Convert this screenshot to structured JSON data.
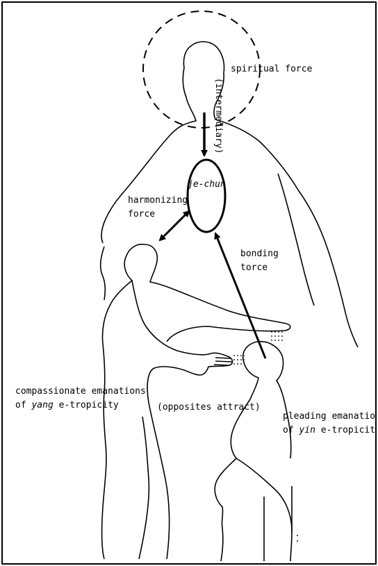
{
  "labels": {
    "spiritual_force": "spiritual force",
    "intermediary": "(intermediary)",
    "je_chun": "je-chun",
    "harmonizing": "harmonizing",
    "force": "force",
    "bonding": "bonding",
    "torce": "torce",
    "compassionate_line1": "compassionate emanations",
    "compassionate_of": "of ",
    "yang": "yang",
    "compassionate_tail": " e-tropicity",
    "opposites": "(opposites attract)",
    "pleading_line1": "pleading emanations",
    "pleading_of": "of ",
    "yin": "yin",
    "pleading_tail": " e-tropicity"
  },
  "colors": {
    "ink": "#000000",
    "paper": "#ffffff"
  }
}
